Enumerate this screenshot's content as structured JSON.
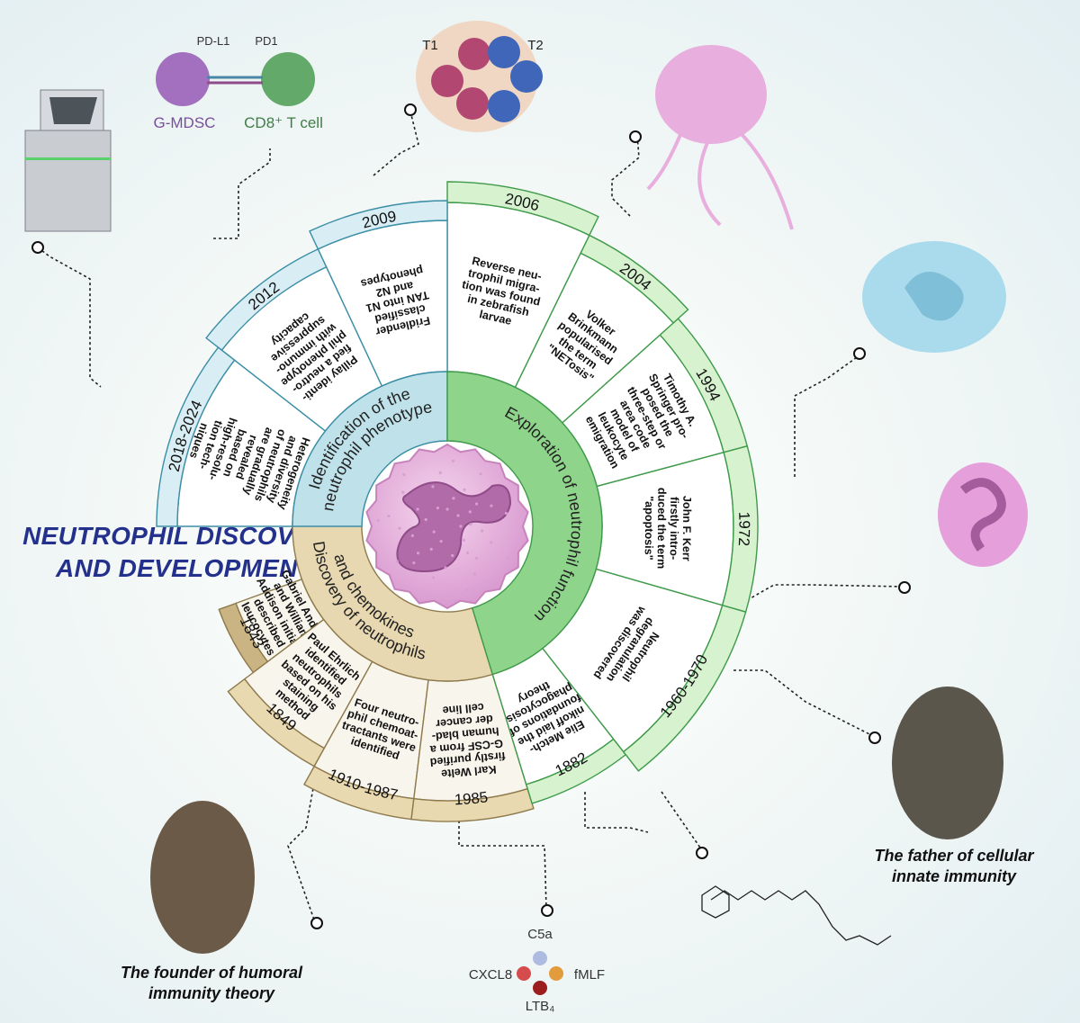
{
  "title": [
    "NEUTROPHIL DISCOVERY",
    "AND DEVELOPMENT"
  ],
  "categories": [
    {
      "key": "discovery",
      "label": [
        "Discovery of neutrophils",
        "and chemokines"
      ]
    },
    {
      "key": "identification",
      "label": [
        "Identification of the",
        "neutrophil phenotype"
      ]
    },
    {
      "key": "function",
      "label": [
        "Exploration of neutrophil function"
      ]
    }
  ],
  "events": [
    {
      "year": "1843",
      "text": [
        "Gabriel Andral",
        "and William",
        "Addison initially",
        "described",
        "leucocytes"
      ]
    },
    {
      "year": "1849",
      "text": [
        "Paul Ehrlich",
        "identified",
        "neutrophils",
        "based on his",
        "staining",
        "method"
      ]
    },
    {
      "year": "1910-1987",
      "text": [
        "Four neutro-",
        "phil chemoat-",
        "tractants were",
        "identified"
      ]
    },
    {
      "year": "1985",
      "text": [
        "Karl Welte",
        "firstly purified",
        "G-CSF from a",
        "human blad-",
        "der cancer",
        "cell line"
      ]
    },
    {
      "year": "1882",
      "text": [
        "Elie Metch-",
        "nikoff laid the",
        "foundations of",
        "phagocytosis",
        "theory"
      ]
    },
    {
      "year": "1960-1970",
      "text": [
        "Neutrophil",
        "degranulation",
        "was discovered"
      ]
    },
    {
      "year": "1972",
      "text": [
        "John F. Kerr",
        "firstly intro-",
        "duced the term",
        "\"apoptosis\""
      ]
    },
    {
      "year": "1994",
      "text": [
        "Timothy A.",
        "Springer pro-",
        "posed the",
        "three-step or",
        "area code",
        "model of",
        "leukocyte",
        "emigration"
      ]
    },
    {
      "year": "2004",
      "text": [
        "Volker",
        "Brinkmann",
        "popularised",
        "the term",
        "\"NETosis\""
      ]
    },
    {
      "year": "2006",
      "text": [
        "Reverse neu-",
        "trophil migra-",
        "tion was found",
        "in zebrafish",
        "larvae"
      ]
    },
    {
      "year": "2009",
      "text": [
        "Fridlender",
        "classified",
        "TAN into N1",
        "and N2",
        "phenotypes"
      ]
    },
    {
      "year": "2012",
      "text": [
        "Pillay identi-",
        "fied a neutro-",
        "phil phenotype",
        "with immuno-",
        "suppressive",
        "capacity"
      ]
    },
    {
      "year": "2018-2024",
      "text": [
        "Heterogeneity",
        "and diversity",
        "of neutrophils",
        "are gradually",
        "revealed",
        "based on",
        "high-resolu-",
        "tion tech-",
        "niques"
      ]
    }
  ],
  "illustrations": {
    "mdsc": {
      "pdl1": "PD-L1",
      "pd1": "PD1",
      "left_cell": "G-MDSC",
      "right_cell": "CD8⁺ T cell"
    },
    "tumor": {
      "t1": "T1",
      "t2": "T2"
    },
    "chemo": {
      "c5a": "C5a",
      "cxcl8": "CXCL8",
      "fmlf": "fMLF",
      "ltb4": "LTB₄"
    }
  },
  "captions": {
    "ehrlich": [
      "The founder of humoral",
      "immunity theory"
    ],
    "metchnikoff": [
      "The father of cellular",
      "innate immunity"
    ]
  },
  "colors": {
    "title": "#23318c",
    "discovery_band": "#e7d8b1",
    "discovery_year": "#e9d9b0",
    "discovery_year_dark": "#cbb483",
    "identification_band": "#bfe1ea",
    "identification_year": "#d8edf4",
    "function_band": "#8fd48b",
    "function_year": "#d6f2cf",
    "box": "#ffffff",
    "box_discovery": "#f8f5ec"
  }
}
